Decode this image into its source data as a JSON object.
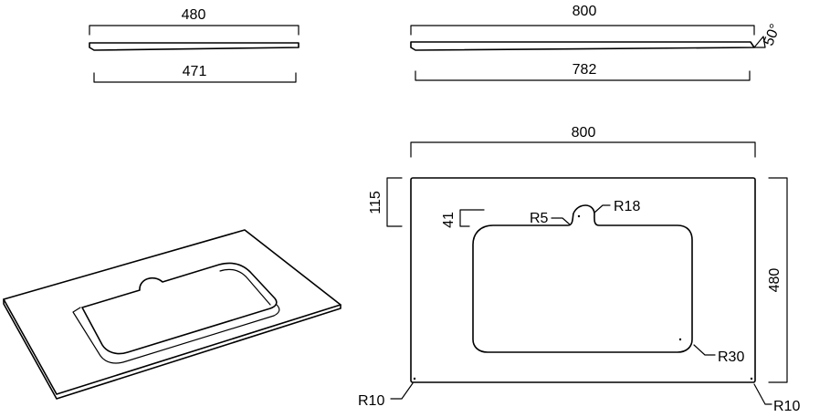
{
  "dimensions": {
    "side_top_width": "480",
    "side_bottom_width": "471",
    "front_top_width": "800",
    "front_bottom_width": "782",
    "edge_angle": "50°",
    "plan_width": "800",
    "plan_height": "480",
    "basin_offset": "115",
    "notch_depth": "41"
  },
  "radii": {
    "notch_small": "R5",
    "notch_large": "R18",
    "basin_corner": "R30",
    "corner_left": "R10",
    "corner_right": "R10"
  }
}
